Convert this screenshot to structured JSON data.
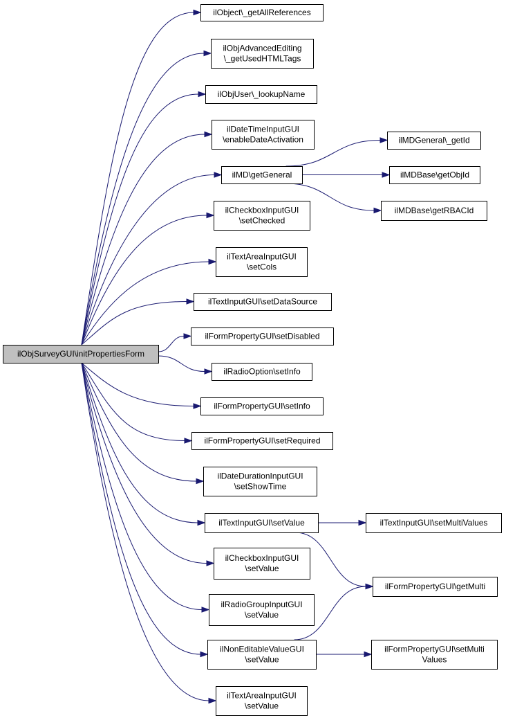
{
  "graph": {
    "root": "ilObjSurveyGUI\\initPropertiesForm",
    "nodes": [
      {
        "id": "root",
        "lines": [
          "ilObjSurveyGUI\\initPropertiesForm"
        ]
      },
      {
        "id": "n1",
        "lines": [
          "ilObject\\_getAllReferences"
        ]
      },
      {
        "id": "n2",
        "lines": [
          "ilObjAdvancedEditing",
          "\\_getUsedHTMLTags"
        ]
      },
      {
        "id": "n3",
        "lines": [
          "ilObjUser\\_lookupName"
        ]
      },
      {
        "id": "n4",
        "lines": [
          "ilDateTimeInputGUI",
          "\\enableDateActivation"
        ]
      },
      {
        "id": "n5",
        "lines": [
          "ilMD\\getGeneral"
        ]
      },
      {
        "id": "n5a",
        "lines": [
          "ilMDGeneral\\_getId"
        ]
      },
      {
        "id": "n5b",
        "lines": [
          "ilMDBase\\getObjId"
        ]
      },
      {
        "id": "n5c",
        "lines": [
          "ilMDBase\\getRBACId"
        ]
      },
      {
        "id": "n6",
        "lines": [
          "ilCheckboxInputGUI",
          "\\setChecked"
        ]
      },
      {
        "id": "n7",
        "lines": [
          "ilTextAreaInputGUI",
          "\\setCols"
        ]
      },
      {
        "id": "n8",
        "lines": [
          "ilTextInputGUI\\setDataSource"
        ]
      },
      {
        "id": "n9",
        "lines": [
          "ilFormPropertyGUI\\setDisabled"
        ]
      },
      {
        "id": "n10",
        "lines": [
          "ilRadioOption\\setInfo"
        ]
      },
      {
        "id": "n11",
        "lines": [
          "ilFormPropertyGUI\\setInfo"
        ]
      },
      {
        "id": "n12",
        "lines": [
          "ilFormPropertyGUI\\setRequired"
        ]
      },
      {
        "id": "n13",
        "lines": [
          "ilDateDurationInputGUI",
          "\\setShowTime"
        ]
      },
      {
        "id": "n14",
        "lines": [
          "ilTextInputGUI\\setValue"
        ]
      },
      {
        "id": "n14a",
        "lines": [
          "ilTextInputGUI\\setMultiValues"
        ]
      },
      {
        "id": "nGM",
        "lines": [
          "ilFormPropertyGUI\\getMulti"
        ]
      },
      {
        "id": "n15",
        "lines": [
          "ilCheckboxInputGUI",
          "\\setValue"
        ]
      },
      {
        "id": "n16",
        "lines": [
          "ilRadioGroupInputGUI",
          "\\setValue"
        ]
      },
      {
        "id": "n17",
        "lines": [
          "ilNonEditableValueGUI",
          "\\setValue"
        ]
      },
      {
        "id": "n17a",
        "lines": [
          "ilFormPropertyGUI\\setMulti",
          "Values"
        ]
      },
      {
        "id": "n18",
        "lines": [
          "ilTextAreaInputGUI",
          "\\setValue"
        ]
      }
    ],
    "edges": [
      [
        "root",
        "n1"
      ],
      [
        "root",
        "n2"
      ],
      [
        "root",
        "n3"
      ],
      [
        "root",
        "n4"
      ],
      [
        "root",
        "n5"
      ],
      [
        "root",
        "n6"
      ],
      [
        "root",
        "n7"
      ],
      [
        "root",
        "n8"
      ],
      [
        "root",
        "n9"
      ],
      [
        "root",
        "n10"
      ],
      [
        "root",
        "n11"
      ],
      [
        "root",
        "n12"
      ],
      [
        "root",
        "n13"
      ],
      [
        "root",
        "n14"
      ],
      [
        "root",
        "n15"
      ],
      [
        "root",
        "n16"
      ],
      [
        "root",
        "n17"
      ],
      [
        "root",
        "n18"
      ],
      [
        "n5",
        "n5a"
      ],
      [
        "n5",
        "n5b"
      ],
      [
        "n5",
        "n5c"
      ],
      [
        "n14",
        "n14a"
      ],
      [
        "n14",
        "nGM"
      ],
      [
        "n17",
        "nGM"
      ],
      [
        "n17",
        "n17a"
      ]
    ]
  }
}
